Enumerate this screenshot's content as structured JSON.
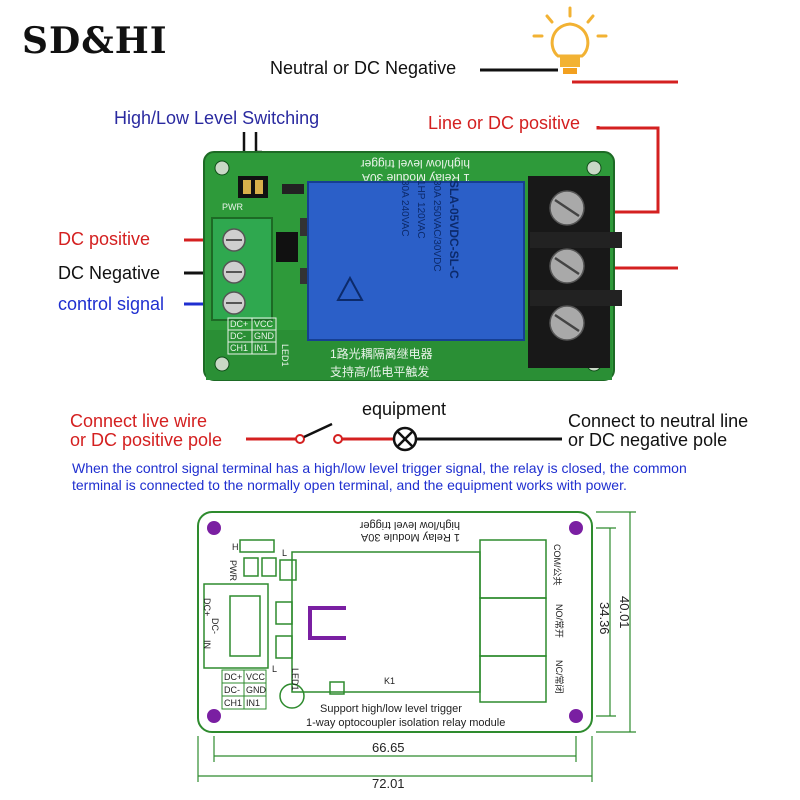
{
  "brand": "SD&HI",
  "labels": {
    "neutral_dc_negative": "Neutral or DC Negative",
    "high_low_switching": "High/Low Level Switching",
    "line_dc_positive": "Line or DC positive",
    "dc_positive": "DC positive",
    "dc_negative": "DC Negative",
    "control_signal": "control signal"
  },
  "board_silk": {
    "title_line1": "1 Relay Module 30A",
    "title_line2": "high/low level trigger",
    "relay_brand": "SLA-05VDC-SL-C",
    "relay_rating1": "30A 250VAC/30VDC",
    "relay_rating2": "1HP 120VAC",
    "relay_rating3": "30A 240VAC",
    "terminals": [
      "DC+",
      "DC-",
      "CH1"
    ],
    "terminals2": [
      "VCC",
      "GND",
      "IN1"
    ],
    "bottom_cn1": "1路光耦隔离继电器",
    "bottom_cn2": "支持高/低电平触发",
    "pwr": "PWR",
    "led": "LED1"
  },
  "wiring": {
    "left_line1": "Connect live wire",
    "left_line2": "or DC positive pole",
    "equipment": "equipment",
    "right_line1": "Connect to neutral line",
    "right_line2": "or DC negative pole"
  },
  "note": {
    "line1": "When the control signal terminal has a high/low level trigger signal, the relay is closed, the common",
    "line2": "terminal is connected to the normally open terminal, and the equipment works with power."
  },
  "drawing": {
    "title1": "1 Relay Module 30A",
    "title2": "high/low level trigger",
    "support": "Support high/low level trigger",
    "module_desc": "1-way optocoupler isolation relay module",
    "com": "COM/公共",
    "no": "NO/常开",
    "nc": "NC/常闭",
    "dc_plus": "DC+",
    "dc_minus": "DC-",
    "in": "IN",
    "pwr": "PWR",
    "h": "H",
    "l": "L",
    "k1": "K1",
    "led1": "LED1",
    "pins_left": [
      "DC+",
      "DC-",
      "CH1"
    ],
    "pins_right": [
      "VCC",
      "GND",
      "IN1"
    ],
    "dim_66": "66.65",
    "dim_72": "72.01",
    "dim_34": "34.36",
    "dim_40": "40.01"
  },
  "colors": {
    "pcb": "#2e9a3a",
    "relay": "#2b5fc8",
    "wire_red": "#d42020",
    "wire_blue": "#1f2fd0",
    "outline_green": "#2e8b2e",
    "hole_purple": "#7a1fa2"
  }
}
